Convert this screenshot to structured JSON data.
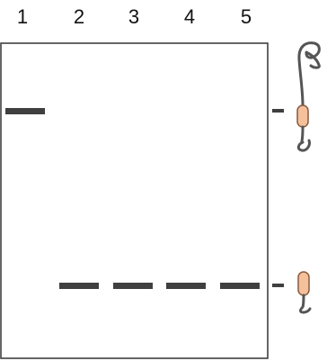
{
  "lanes": [
    {
      "label": "1",
      "band": "upper"
    },
    {
      "label": "2",
      "band": "lower"
    },
    {
      "label": "3",
      "band": "lower"
    },
    {
      "label": "4",
      "band": "lower"
    },
    {
      "label": "5",
      "band": "lower"
    }
  ],
  "colors": {
    "band": "#3f3f3f",
    "frame": "#333333",
    "protein_line": "#555555",
    "protein_domain_fill": "#f4c19c",
    "protein_domain_stroke": "#8a5a3c"
  },
  "icons": {
    "upper_marker": "full-length-protein-icon",
    "lower_marker": "truncated-protein-icon"
  }
}
